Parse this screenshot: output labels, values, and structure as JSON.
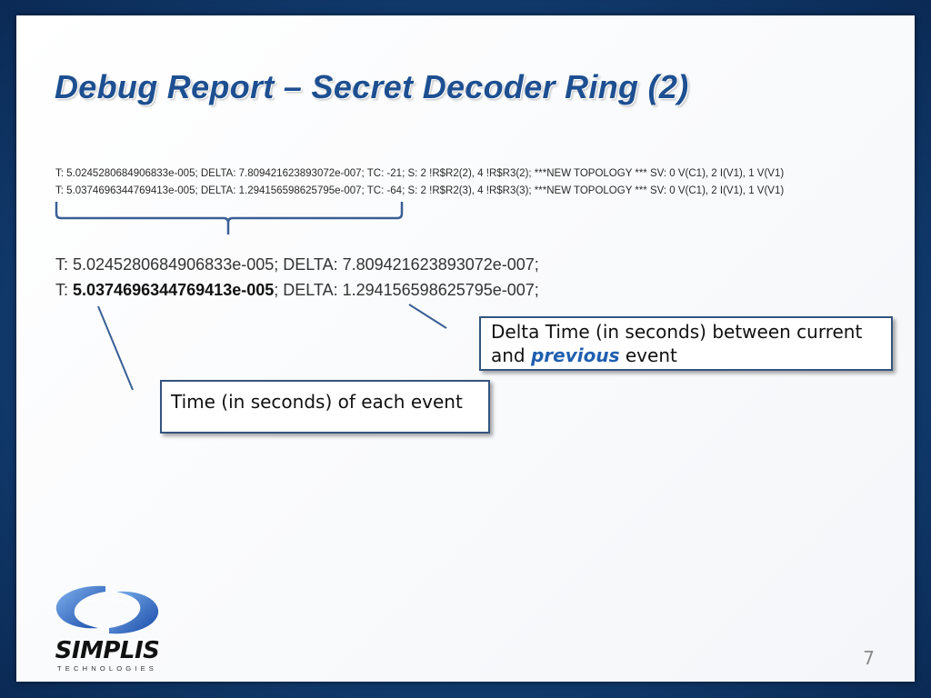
{
  "slide": {
    "title": "Debug Report – Secret Decoder Ring (2)",
    "log_lines": [
      "T: 5.0245280684906833e-005; DELTA: 7.809421623893072e-007; TC: -21; S: 2 !R$R2(2), 4 !R$R3(2); ***NEW TOPOLOGY *** SV: 0 V(C1), 2 I(V1), 1 V(V1)",
      "T: 5.0374696344769413e-005; DELTA: 1.294156598625795e-007; TC: -64; S: 2 !R$R2(3), 4 !R$R3(3); ***NEW TOPOLOGY *** SV: 0 V(C1), 2 I(V1), 1 V(V1)"
    ],
    "zoom_line_1": {
      "prefix": "T: ",
      "time": "5.0245280684906833e-005",
      "rest": "; DELTA: 7.809421623893072e-007;"
    },
    "zoom_line_2": {
      "prefix": "T: ",
      "time": "5.0374696344769413e-005",
      "rest": "; DELTA: 1.294156598625795e-007;"
    },
    "callout_delta": {
      "line1": "Delta Time (in seconds) between current",
      "line2_start": "and ",
      "line2_emphasis": "previous",
      "line2_end": " event"
    },
    "callout_time": "Time (in seconds) of each event",
    "page_number": "7",
    "logo": {
      "name": "SIMPLIS",
      "subtitle": "TECHNOLOGIES"
    }
  },
  "colors": {
    "title": "#1d4f91",
    "emphasis": "#1f5fb0",
    "bracket": "#3a5f95",
    "callout_border": "#34557f"
  }
}
